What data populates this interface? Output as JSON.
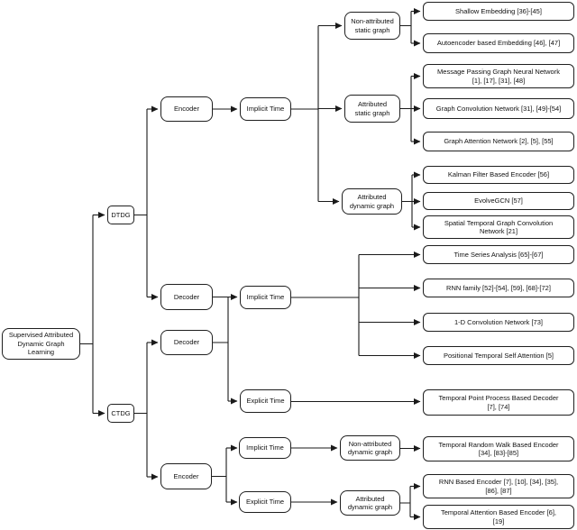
{
  "figure": {
    "type": "taxonomy-tree",
    "background_color": "#ffffff",
    "line_color": "#1a1a1a",
    "box_fill_color": "#ffffff",
    "text_color": "#111111"
  },
  "nodes": {
    "root": {
      "label": "Supervised Attributed\nDynamic Graph\nLearning"
    },
    "dtdg": {
      "label": "DTDG"
    },
    "ctdg": {
      "label": "CTDG"
    },
    "encoder_top": {
      "label": "Encoder"
    },
    "decoder_dtdg": {
      "label": "Decoder"
    },
    "decoder_ctdg": {
      "label": "Decoder"
    },
    "encoder_bottom": {
      "label": "Encoder"
    },
    "implicit_time_top": {
      "label": "Implicit Time"
    },
    "implicit_time_decoder": {
      "label": "Implicit Time"
    },
    "explicit_time_decoder": {
      "label": "Explicit Time"
    },
    "implicit_time_bottom": {
      "label": "Implicit Time"
    },
    "explicit_time_bottom": {
      "label": "Explicit Time"
    },
    "non_attributed_static_graph": {
      "label": "Non-attributed\nstatic graph"
    },
    "attributed_static_graph": {
      "label": "Attributed\nstatic graph"
    },
    "attributed_dynamic_graph_top": {
      "label": "Attributed\ndynamic graph"
    },
    "non_attributed_dynamic_graph": {
      "label": "Non-attributed\ndynamic graph"
    },
    "attributed_dynamic_graph_bottom": {
      "label": "Attributed\ndynamic graph"
    }
  },
  "leaves": {
    "shallow_embedding": {
      "label": "Shallow Embedding [36]-[45]"
    },
    "autoencoder_embedding": {
      "label": "Autoencoder based Embedding [46], [47]"
    },
    "message_passing_gnn": {
      "label": "Message Passing Graph Neural Network\n[1], [17], [31], [48]"
    },
    "graph_convolution_network": {
      "label": "Graph Convolution Network [31], [49]-[54]"
    },
    "graph_attention_network": {
      "label": "Graph Attention Network [2], [5], [55]"
    },
    "kalman_filter_encoder": {
      "label": "Kalman Filter Based Encoder [56]"
    },
    "evolvegcn": {
      "label": "EvolveGCN [57]"
    },
    "spatial_temporal_gcn": {
      "label": "Spatial Temporal Graph Convolution\nNetwork [21]"
    },
    "time_series_analysis": {
      "label": "Time Series Analysis [65]-[67]"
    },
    "rnn_family": {
      "label": "RNN family [52]-[54], [59], [68]-[72]"
    },
    "conv_1d_network": {
      "label": "1-D Convolution Network [73]"
    },
    "positional_temporal_self_attention": {
      "label": "Positional Temporal Self Attention [5]"
    },
    "temporal_point_process_decoder": {
      "label": "Temporal Point Process Based Decoder\n[7], [74]"
    },
    "temporal_random_walk_encoder": {
      "label": "Temporal Random Walk Based Encoder\n[34], [83]-[85]"
    },
    "rnn_based_encoder": {
      "label": "RNN Based Encoder [7], [10], [34], [35],\n[86], [87]"
    },
    "temporal_attention_encoder": {
      "label": "Temporal Attention Based Encoder [6],\n[19]"
    }
  }
}
